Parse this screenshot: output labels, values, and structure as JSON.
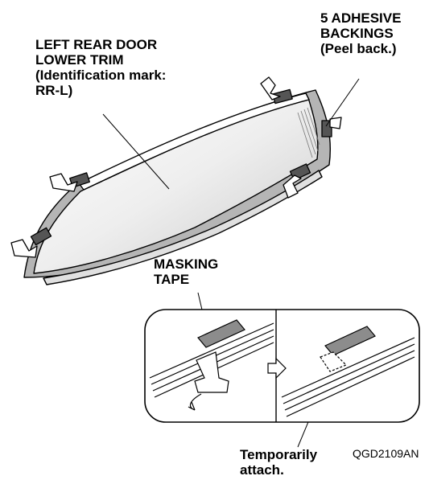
{
  "labels": {
    "trim": [
      "LEFT REAR DOOR",
      "LOWER TRIM",
      "(Identification mark:",
      "RR-L)"
    ],
    "adhesive": [
      "5 ADHESIVE",
      "BACKINGS",
      "(Peel back.)"
    ],
    "masking": [
      "MASKING",
      "TAPE"
    ],
    "attach": [
      "Temporarily",
      "attach."
    ]
  },
  "figure_code": "QGD2109AN",
  "colors": {
    "line": "#000000",
    "panel_gray": "#8c8c8c",
    "panel_light": "#e6e6e6",
    "background": "#ffffff"
  }
}
